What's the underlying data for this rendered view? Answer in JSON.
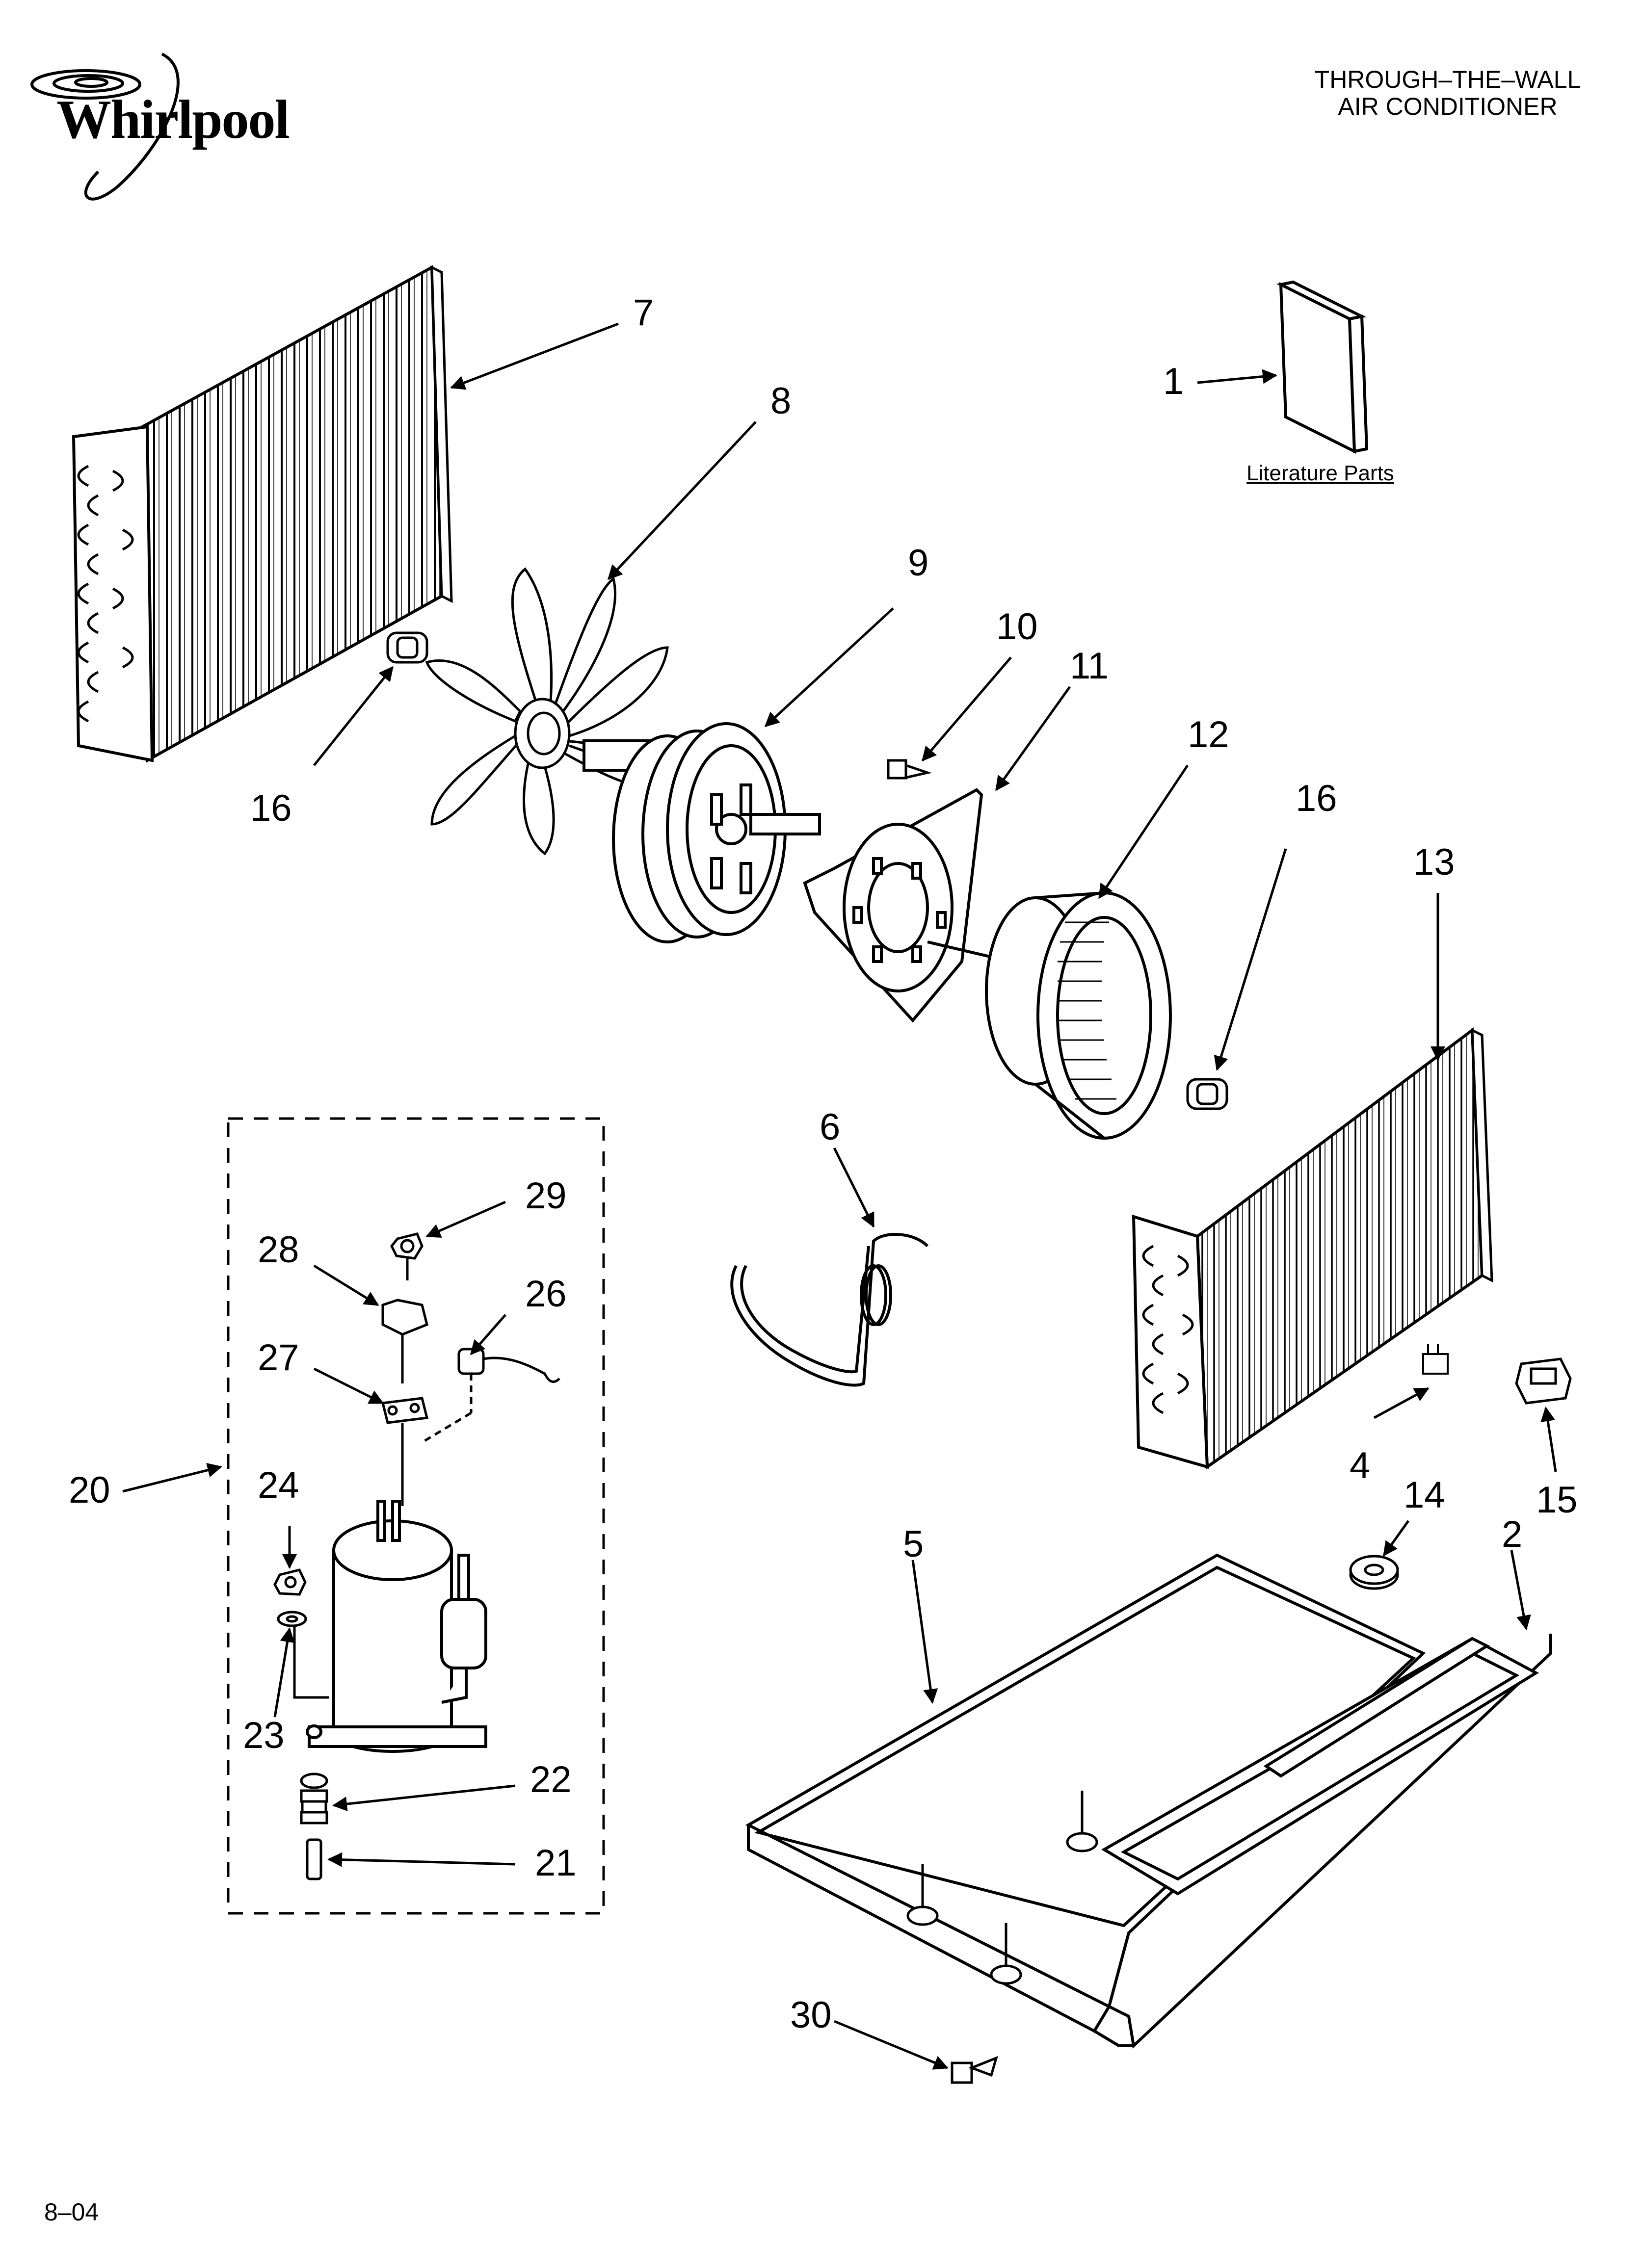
{
  "header": {
    "brand": "Whirlpool",
    "title_line1": "THROUGH–THE–WALL",
    "title_line2": "AIR CONDITIONER"
  },
  "literature_label": "Literature Parts",
  "footer": {
    "date_code": "8–04"
  },
  "callouts": {
    "c1": "1",
    "c2": "2",
    "c4": "4",
    "c5": "5",
    "c6": "6",
    "c7": "7",
    "c8": "8",
    "c9": "9",
    "c10": "10",
    "c11": "11",
    "c12": "12",
    "c13": "13",
    "c14": "14",
    "c15": "15",
    "c16a": "16",
    "c16b": "16",
    "c20": "20",
    "c21": "21",
    "c22": "22",
    "c23": "23",
    "c24": "24",
    "c26": "26",
    "c27": "27",
    "c28": "28",
    "c29": "29",
    "c30": "30"
  }
}
